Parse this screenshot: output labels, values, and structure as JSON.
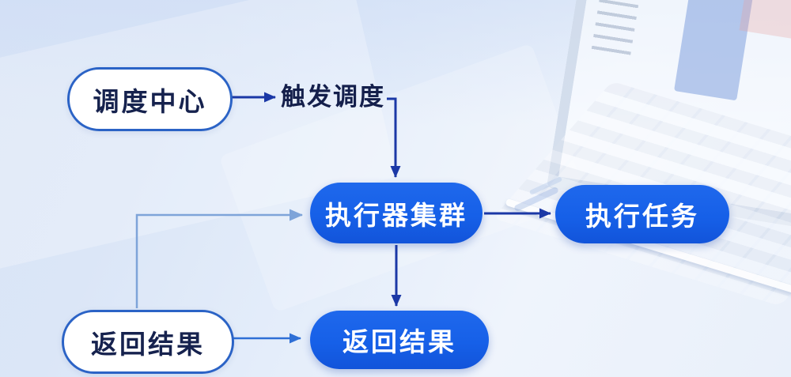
{
  "diagram": {
    "nodes": [
      {
        "id": "dispatch-center",
        "label": "调度中心",
        "style": "outlined"
      },
      {
        "id": "executor-cluster",
        "label": "执行器集群",
        "style": "filled"
      },
      {
        "id": "execute-task",
        "label": "执行任务",
        "style": "filled"
      },
      {
        "id": "return-result-source",
        "label": "返回结果",
        "style": "outlined"
      },
      {
        "id": "return-result-target",
        "label": "返回结果",
        "style": "filled"
      }
    ],
    "edge_labels": {
      "trigger_dispatch": "触发调度"
    },
    "edges": [
      {
        "from": "dispatch-center",
        "to": "trigger-dispatch-label",
        "style": "dark"
      },
      {
        "from": "trigger-dispatch-label",
        "to": "executor-cluster",
        "style": "dark"
      },
      {
        "from": "executor-cluster",
        "to": "execute-task",
        "style": "dark"
      },
      {
        "from": "executor-cluster",
        "to": "return-result-target",
        "style": "dark"
      },
      {
        "from": "return-result-source",
        "to": "executor-cluster",
        "style": "light"
      },
      {
        "from": "return-result-source",
        "to": "return-result-target",
        "style": "medium"
      }
    ],
    "colors": {
      "node_fill_blue": "#1660e8",
      "node_text_on_blue": "#ffffff",
      "outlined_border": "#2b63c6",
      "outlined_text": "#16224e",
      "arrow_dark": "#1b38a6",
      "arrow_medium": "#2e6fd6",
      "arrow_light": "#7ea4d9",
      "background_tint": "#dde7f7"
    }
  }
}
